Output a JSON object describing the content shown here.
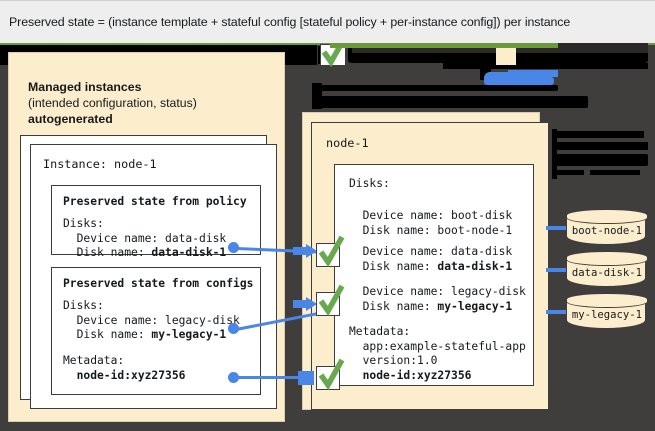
{
  "caption": {
    "text": "Preserved state = (instance template + stateful config [stateful policy + per-instance config]) per instance"
  },
  "colors": {
    "canvas_bg": "#403e3c",
    "panel_cream": "#fceecd",
    "accent_blue": "#4a86e8",
    "check_green": "#6aa84f",
    "rule_green": "#6a9a3b",
    "caption_bg": "#eeeeee",
    "redaction_black": "#000000"
  },
  "left_panel": {
    "title_line1": "Managed instances",
    "title_line2": "(intended configuration, status)",
    "title_line3": "autogenerated",
    "instance_card": {
      "title": "Instance: node-1",
      "policy_box": {
        "heading": "Preserved state from policy",
        "body": "Disks:\n  Device name: data-disk\n  Disk name: ",
        "body_bold": "data-disk-1"
      },
      "configs_box": {
        "heading": "Preserved state from configs",
        "disks_label": "Disks:",
        "disks_device": "  Device name: legacy-disk",
        "disks_name_prefix": "  Disk name: ",
        "disks_name_bold": "my-legacy-1",
        "metadata_label": "Metadata:",
        "metadata_value": "  node-id:xyz27356"
      }
    }
  },
  "right_panel": {
    "node_title": "node-1",
    "disks_label": "Disks:",
    "entries": [
      {
        "device": "  Device name: boot-disk",
        "name_prefix": "  Disk name: ",
        "name_value": "boot-node-1",
        "name_bold": false,
        "checked": false
      },
      {
        "device": "  Device name: data-disk",
        "name_prefix": "  Disk name: ",
        "name_value": "data-disk-1",
        "name_bold": true,
        "checked": true
      },
      {
        "device": "  Device name: legacy-disk",
        "name_prefix": "  Disk name: ",
        "name_value": "my-legacy-1",
        "name_bold": true,
        "checked": true
      }
    ],
    "metadata_label": "Metadata:",
    "metadata_lines": [
      {
        "text": "  app:example-stateful-app",
        "bold": false
      },
      {
        "text": "  version:1.0",
        "bold": false
      },
      {
        "text": "  node-id:xyz27356",
        "bold": true
      }
    ]
  },
  "disks": [
    {
      "label": "boot-node-1"
    },
    {
      "label": "data-disk-1"
    },
    {
      "label": "my-legacy-1"
    }
  ],
  "icons": {
    "check": "check-mark-icon",
    "disk": "disk-cylinder-icon",
    "arrow": "arrow-connector-icon"
  }
}
